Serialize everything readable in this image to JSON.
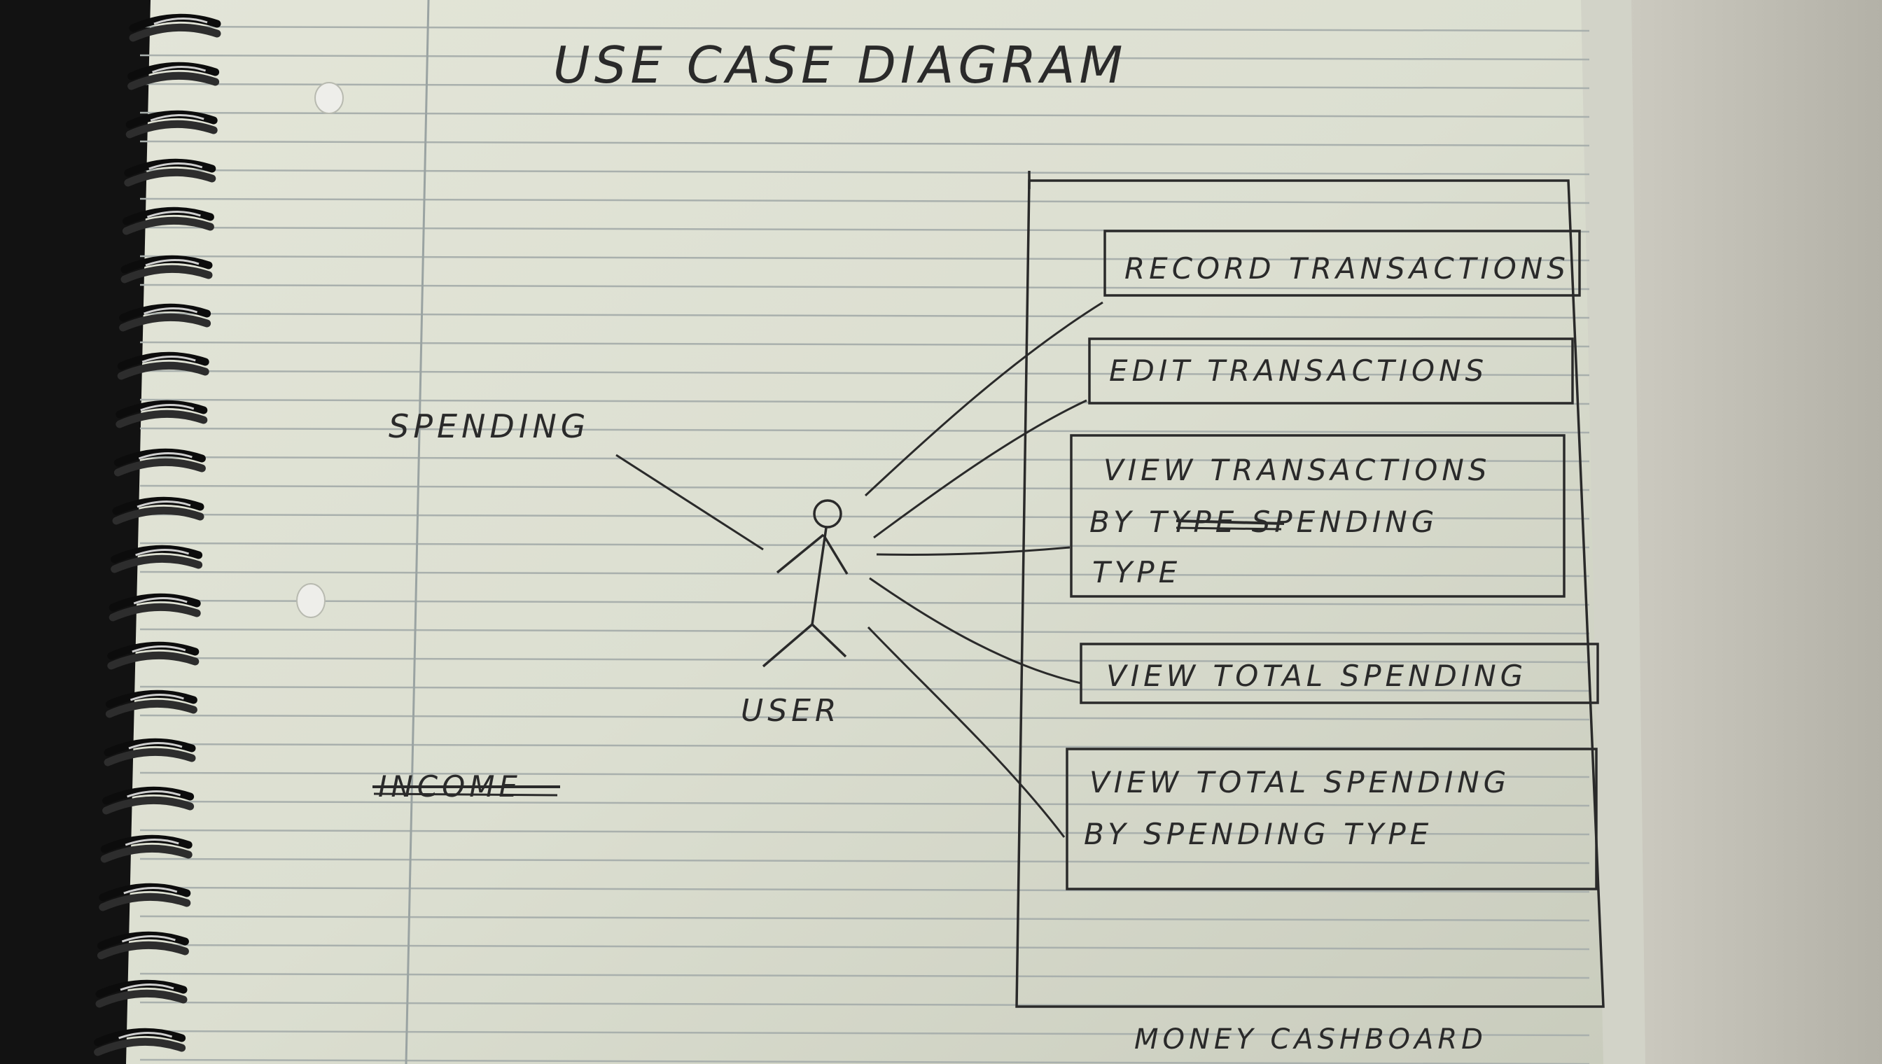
{
  "diagram": {
    "title": "USE CASE DIAGRAM",
    "actor": {
      "label": "USER"
    },
    "side_labels": [
      {
        "text": "SPENDING",
        "struck_through": false
      },
      {
        "text": "INCOME",
        "struck_through": true
      }
    ],
    "system": {
      "label": "MONEY CASHBOARD"
    },
    "use_cases": [
      {
        "lines": [
          "RECORD TRANSACTIONS"
        ]
      },
      {
        "lines": [
          "EDIT TRANSACTIONS"
        ]
      },
      {
        "lines": [
          "VIEW TRANSACTIONS",
          "BY TYPE SPENDING",
          "TYPE"
        ],
        "struck_word": "TYPE"
      },
      {
        "lines": [
          "VIEW TOTAL SPENDING"
        ]
      },
      {
        "lines": [
          "VIEW TOTAL SPENDING",
          "BY SPENDING TYPE"
        ]
      }
    ]
  },
  "colors": {
    "paper": "#d9dccd",
    "paper_shadow": "#b9bcae",
    "rule_line": "#a9b0ad",
    "ink": "#2a2a2a",
    "binding": "#0e0e0e",
    "desk": "#c8c6bc"
  }
}
